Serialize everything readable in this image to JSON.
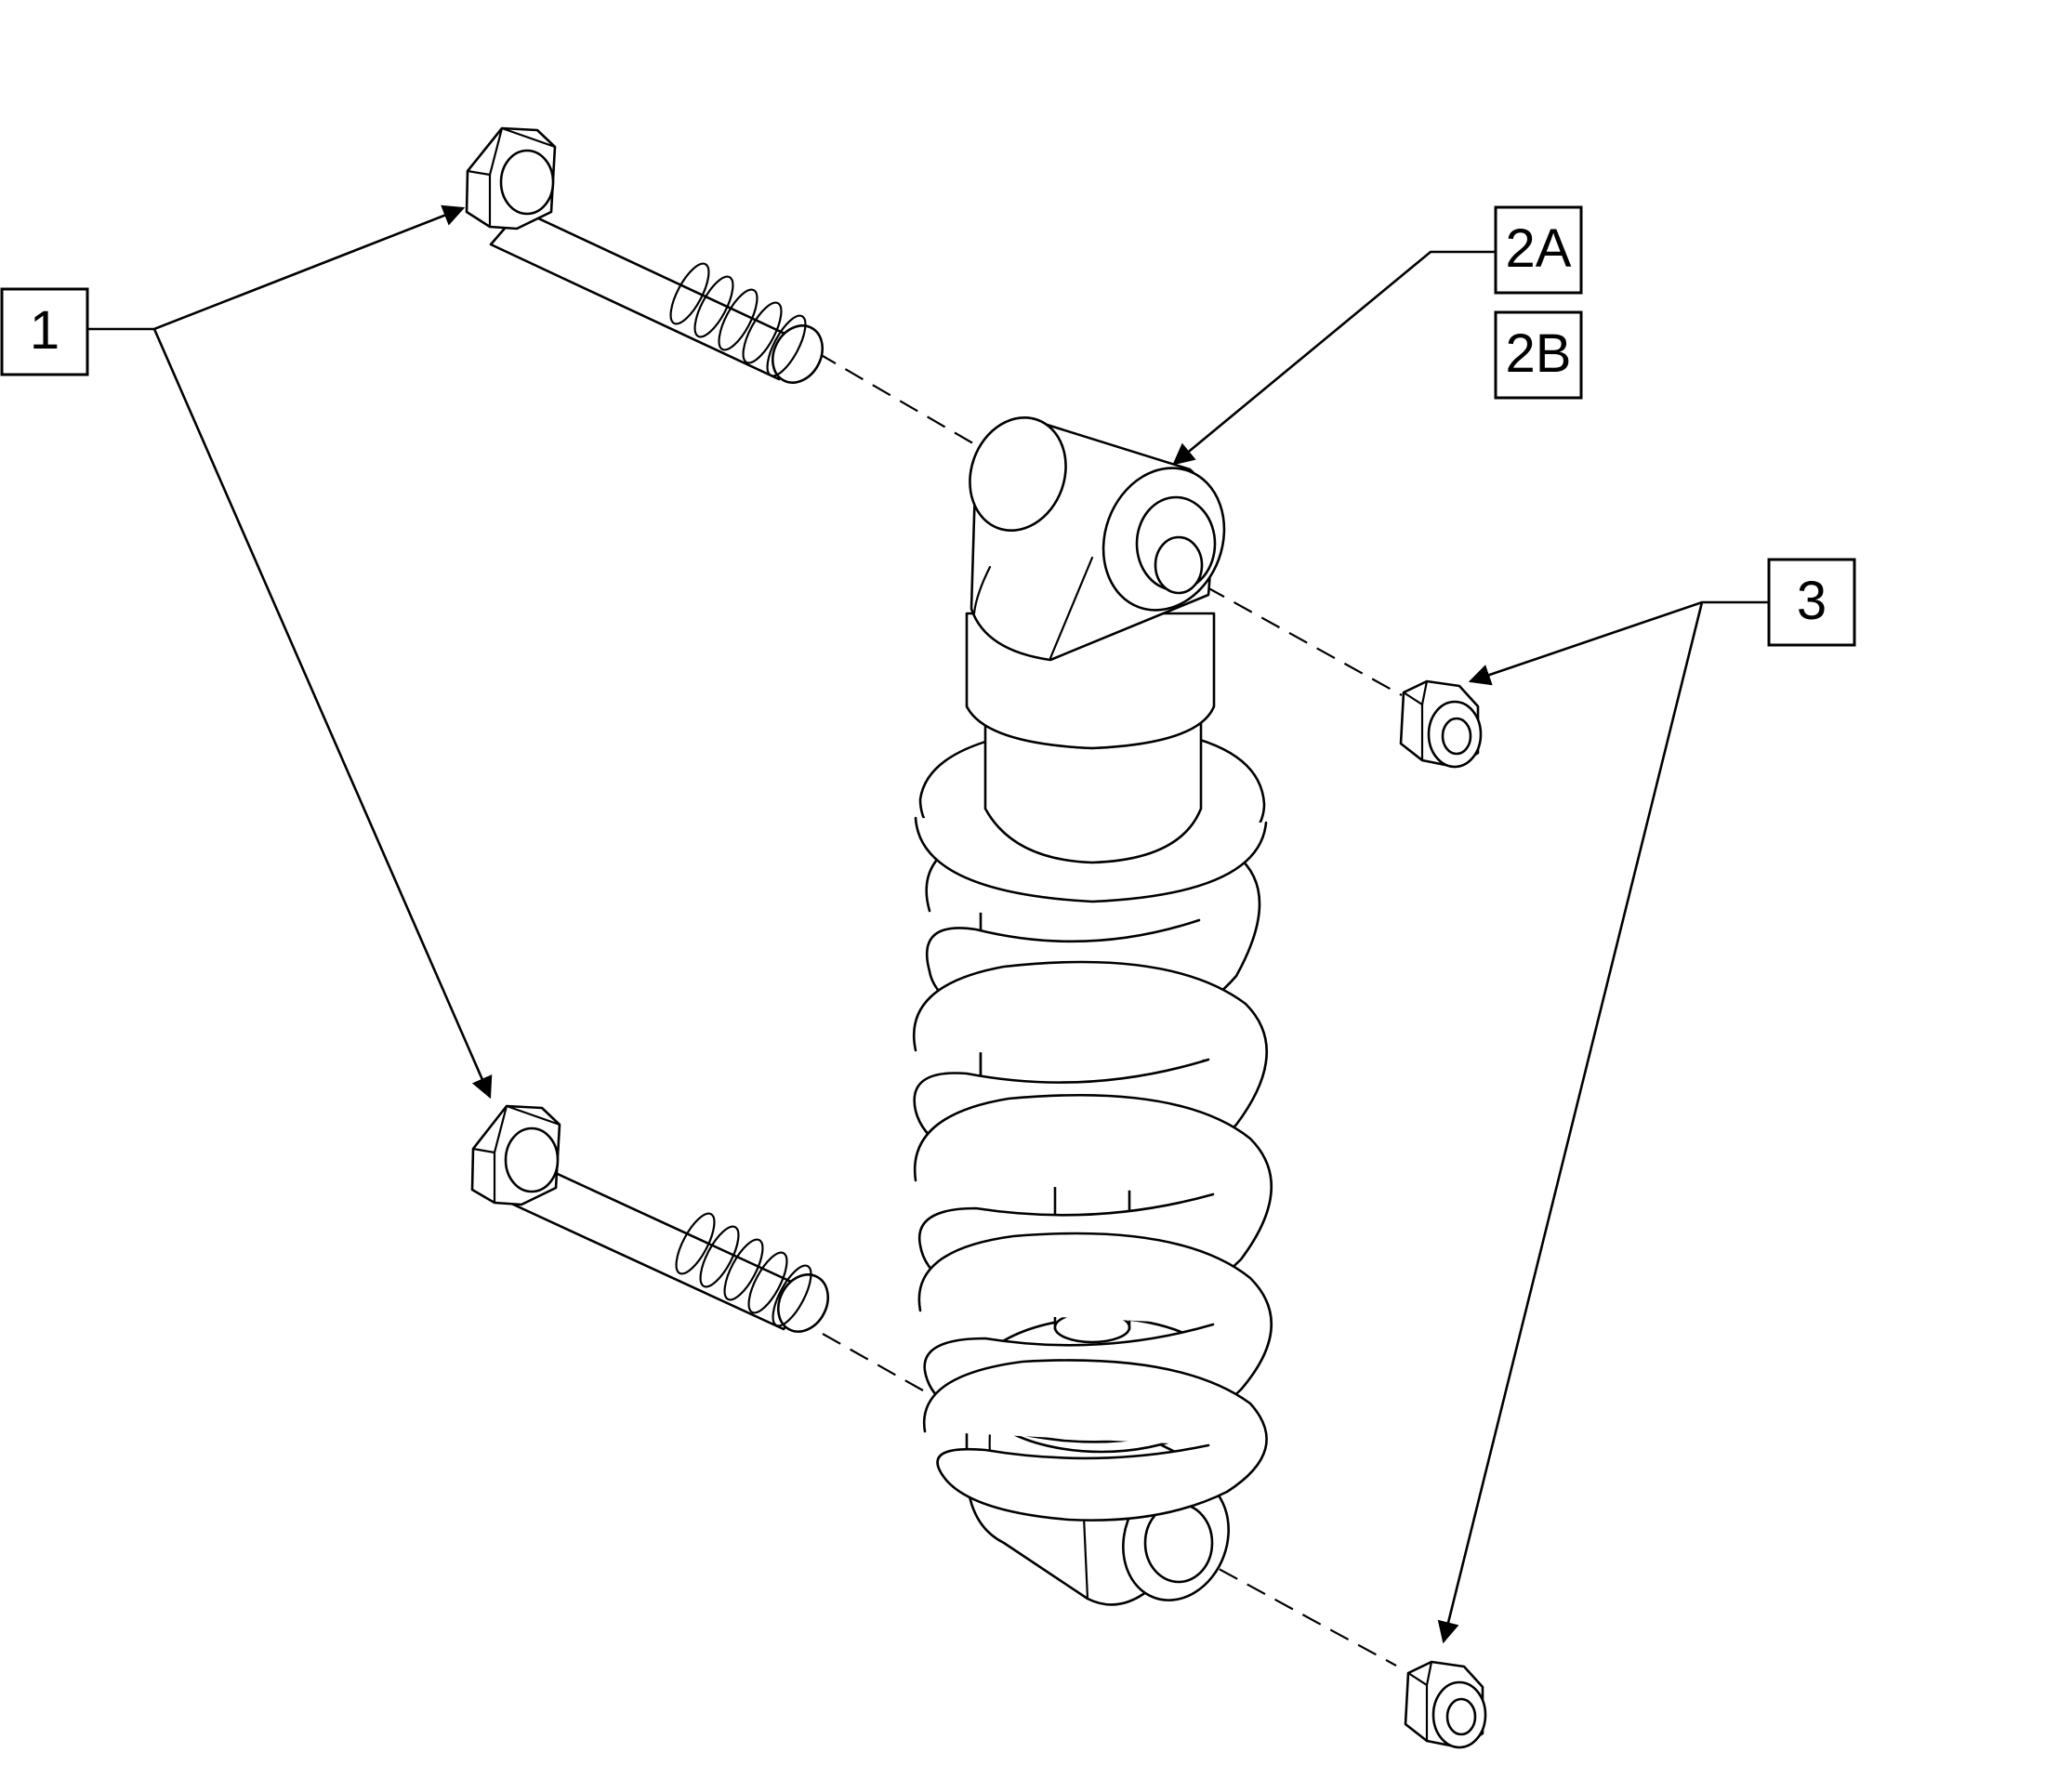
{
  "callouts": {
    "c1": "1",
    "c2a": "2A",
    "c2b": "2B",
    "c3": "3"
  },
  "parts": {
    "p1": "hex-bolt",
    "p2": "shock-absorber-with-coil-spring",
    "p3": "lock-nut"
  },
  "colors": {
    "line": "#000000",
    "background": "#ffffff"
  }
}
